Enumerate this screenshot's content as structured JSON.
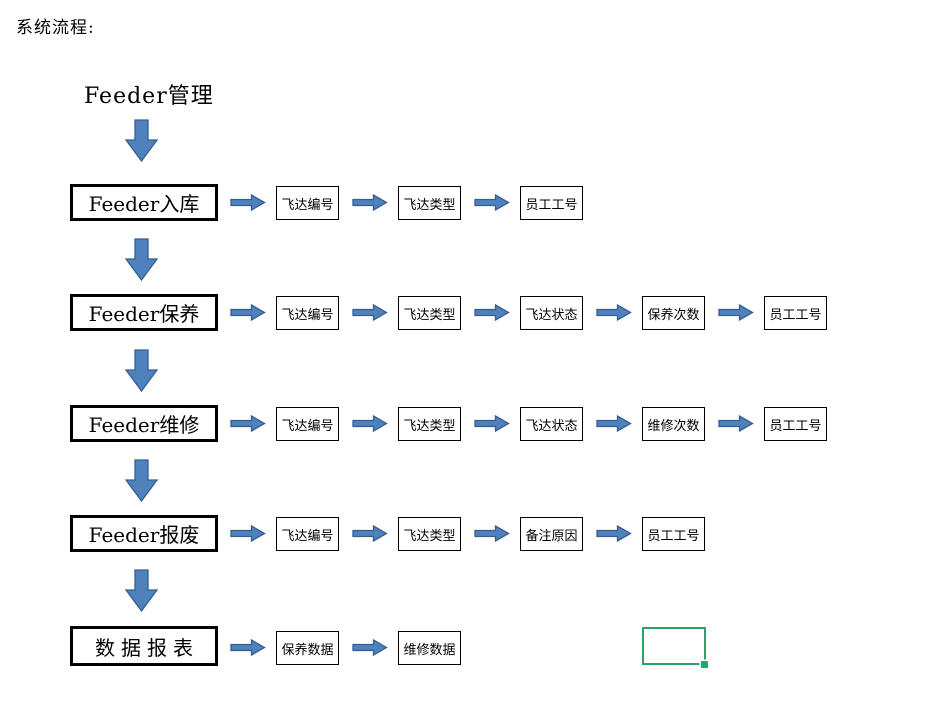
{
  "page": {
    "heading": "系统流程:",
    "background": "#ffffff"
  },
  "flowchart": {
    "root": "Feeder管理",
    "rows": [
      {
        "label": "Feeder入库",
        "fields": [
          "飞达编号",
          "飞达类型",
          "员工工号"
        ]
      },
      {
        "label": "Feeder保养",
        "fields": [
          "飞达编号",
          "飞达类型",
          "飞达状态",
          "保养次数",
          "员工工号"
        ]
      },
      {
        "label": "Feeder维修",
        "fields": [
          "飞达编号",
          "飞达类型",
          "飞达状态",
          "维修次数",
          "员工工号"
        ]
      },
      {
        "label": "Feeder报废",
        "fields": [
          "飞达编号",
          "飞达类型",
          "备注原因",
          "员工工号"
        ]
      },
      {
        "label": "数据报表",
        "fields": [
          "保养数据",
          "维修数据"
        ]
      }
    ],
    "icons": {
      "horizontal_connector": "right-block-arrow-icon",
      "vertical_connector": "down-block-arrow-icon"
    },
    "colors": {
      "arrow_fill": "#4f81bd",
      "arrow_stroke": "#365f91",
      "box_border": "#000000",
      "selection": "#2ba36b"
    }
  }
}
